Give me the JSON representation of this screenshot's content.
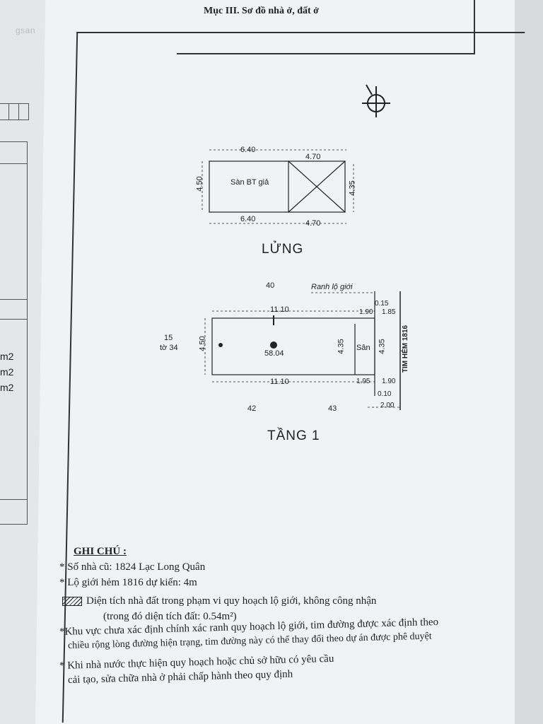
{
  "header": {
    "title": "Mục III. Sơ đồ nhà ở, đất ở"
  },
  "watermark": {
    "text": "gsan"
  },
  "left_sheet": {
    "units": [
      "m2",
      "m2",
      "m2"
    ]
  },
  "mezzanine": {
    "name": "LỬNG",
    "top_widths": [
      "6.40",
      "4.70"
    ],
    "bottom_widths": [
      "6.40",
      "4.70"
    ],
    "left_height": "4.50",
    "right_height": "4.35",
    "room_label": "Sàn BT giả"
  },
  "ground_floor": {
    "name": "TẦNG 1",
    "neighbor_top": "40",
    "setback_label": "Ranh lộ giới",
    "top_length": "11.10",
    "bottom_length": "11.10",
    "left_height": "4.50",
    "inner_height": "4.35",
    "right_height": "4.35",
    "area": "58.04",
    "yard_label": "Sân",
    "top_right_a": "1.90",
    "top_right_b": "1.85",
    "top_offset": "0.15",
    "bottom_right_a": "1.95",
    "bottom_right_b": "1.90",
    "bottom_offset": "0.10",
    "bottom_right_c": "2.00",
    "parcel_left_num": "15",
    "parcel_left_sheet": "tờ 34",
    "neighbor_bottom_left": "42",
    "neighbor_bottom_right": "43",
    "alley_label": "TIM HẺM 1816"
  },
  "notes": {
    "title": "GHI CHÚ :",
    "old_address": "* Số nhà cũ: 1824 Lạc Long Quân",
    "road_plan": "* Lộ giới hẻm 1816 dự kiến: 4m",
    "hatch_line1": "Diện tích nhà đất trong phạm vi quy hoạch lộ giới, không công nhận",
    "hatch_line2": "(trong đó diện tích đất: 0.54m²)",
    "zone_line1": "*Khu vực chưa xác định chính xác ranh quy hoạch lộ giới, tim đường được xác định theo",
    "zone_line2": "chiều rộng lòng đường hiện trạng, tim đường này có thể thay đổi theo dự án được phê duyệt",
    "state_line1": "* Khi nhà nước thực hiện quy hoạch hoặc chủ sở hữu có yêu cầu",
    "state_line2": "cải tạo, sửa chữa nhà ở phải chấp hành theo quy định"
  }
}
